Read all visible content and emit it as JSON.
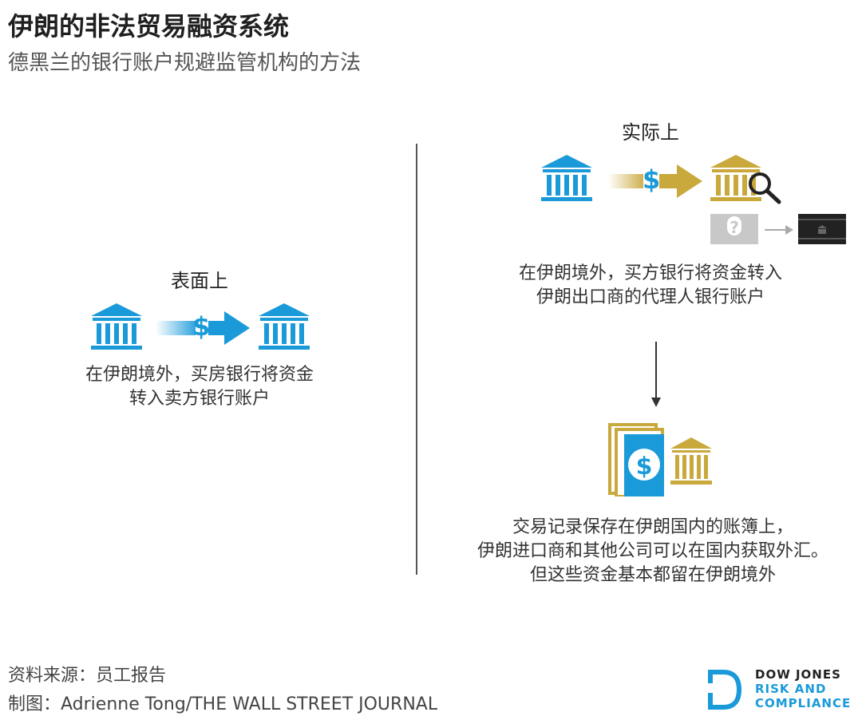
{
  "header": {
    "title": "伊朗的非法贸易融资系统",
    "subtitle": "德黑兰的银行账户规避监管机构的方法"
  },
  "left_panel": {
    "heading": "表面上",
    "desc_line1": "在伊朗境外，买房银行将资金",
    "desc_line2": "转入卖方银行账户",
    "dollar": "$"
  },
  "right_panel": {
    "heading": "实际上",
    "dollar": "$",
    "question": "?",
    "step1_line1": "在伊朗境外，买方银行将资金转入",
    "step1_line2": "伊朗出口商的代理人银行账户",
    "step2_line1": "交易记录保存在伊朗国内的账簿上，",
    "step2_line2": "伊朗进口商和其他公司可以在国内获取外汇。",
    "step2_line3": "但这些资金基本都留在伊朗境外"
  },
  "footer": {
    "source": "资料来源：员工报告",
    "credit": "制图：Adrienne Tong/THE WALL STREET JOURNAL"
  },
  "logo": {
    "line1": "DOW JONES",
    "line2": "RISK AND",
    "line3": "COMPLIANCE"
  },
  "colors": {
    "blue": "#1a9ad9",
    "gold": "#c9a83c",
    "gray": "#c8c8c8",
    "dark": "#222222"
  },
  "icons": [
    "bank-icon",
    "dollar-arrow-icon",
    "magnifier-icon",
    "question-box-icon",
    "bank-box-icon",
    "down-arrow-icon",
    "ledger-icon"
  ]
}
